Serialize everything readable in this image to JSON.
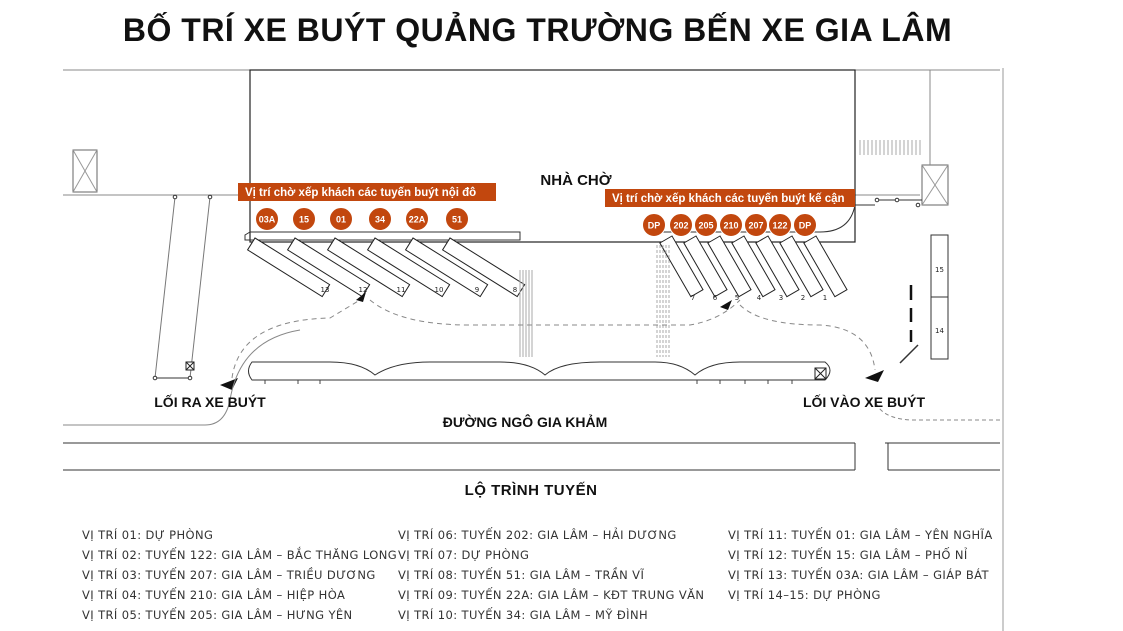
{
  "title": "BỐ TRÍ XE BUÝT QUẢNG TRƯỜNG BẾN XE GIA LÂM",
  "building_label": "NHÀ CHỜ",
  "inner_banner": "Vị trí chờ xếp khách các tuyến buýt nội đô",
  "outer_banner": "Vị trí chờ xếp khách các tuyến buýt kế cận",
  "inner_stops": [
    "03A",
    "15",
    "01",
    "34",
    "22A",
    "51"
  ],
  "outer_stops": [
    "DP",
    "202",
    "205",
    "210",
    "207",
    "122",
    "DP"
  ],
  "left_bay_numbers": [
    "13",
    "12",
    "11",
    "10",
    "9",
    "8"
  ],
  "right_bay_numbers": [
    "7",
    "6",
    "5",
    "4",
    "3",
    "2",
    "1"
  ],
  "side_bays": [
    "15",
    "14"
  ],
  "exit_label": "LỐI RA XE BUÝT",
  "entry_label": "LỐI VÀO XE BUÝT",
  "street_label": "ĐƯỜNG NGÔ GIA KHẢM",
  "routes_heading": "LỘ TRÌNH TUYẾN",
  "routes": [
    [
      "VỊ TRÍ 01: DỰ PHÒNG",
      "VỊ TRÍ 02: TUYẾN 122: GIA LÂM – BẮC THĂNG LONG",
      "VỊ TRÍ 03: TUYẾN 207: GIA LÂM – TRIỀU DƯƠNG",
      "VỊ TRÍ 04: TUYẾN 210: GIA LÂM – HIỆP HÒA",
      "VỊ TRÍ 05: TUYẾN 205: GIA LÂM – HƯNG YÊN"
    ],
    [
      "VỊ TRÍ 06: TUYẾN 202: GIA LÂM – HẢI DƯƠNG",
      "VỊ TRÍ 07: DỰ PHÒNG",
      "VỊ TRÍ 08: TUYẾN 51: GIA LÂM – TRẦN VĨ",
      "VỊ TRÍ 09: TUYẾN 22A: GIA LÂM – KĐT TRUNG VĂN",
      "VỊ TRÍ 10: TUYẾN 34: GIA LÂM – MỸ ĐÌNH"
    ],
    [
      "VỊ TRÍ 11: TUYẾN 01: GIA LÂM – YÊN NGHĨA",
      "VỊ TRÍ 12: TUYẾN 15: GIA LÂM – PHỐ NỈ",
      "VỊ TRÍ 13: TUYẾN 03A: GIA LÂM – GIÁP BÁT",
      "VỊ TRÍ 14–15: DỰ PHÒNG"
    ]
  ],
  "colors": {
    "accent": "#c2470e",
    "line": "#333333"
  }
}
